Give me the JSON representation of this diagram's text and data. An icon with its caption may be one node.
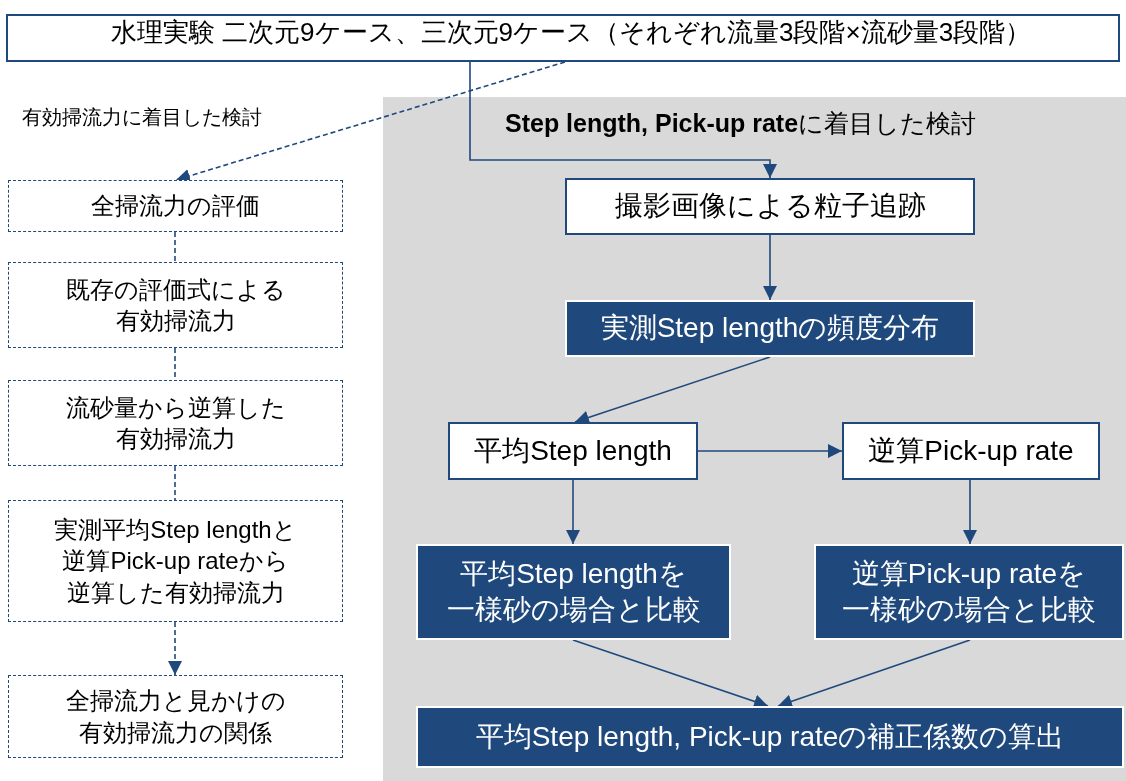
{
  "diagram": {
    "nodes": [
      {
        "text": [
          "水理実験 二次元9ケース、三次元9ケース（それぞれ流量3段階×流砂量3段階）"
        ]
      },
      {
        "text": [
          "**Step length, Pick-up rate**に着目した検討"
        ]
      },
      {
        "text": [
          "全掃流力の評価"
        ]
      },
      {
        "text": [
          "既存の評価式による有効掃流力"
        ]
      },
      {
        "text": [
          "流砂量から逆算した有効掃流力"
        ]
      },
      {
        "text": [
          "実測平均Step lengthと逆算Pick-up rateから逆算した有効掃流力"
        ]
      },
      {
        "text": [
          "全掃流力と見かけの有効掃流力の関係"
        ]
      },
      {
        "text": [
          "撮影画像による粒子追跡"
        ],
        "in": 1
      },
      {
        "text": [
          "実測Step lengthの頻度分布"
        ],
        "in": 1
      },
      {
        "text": [
          "平均Step length"
        ],
        "in": 1
      },
      {
        "text": [
          "逆算Pick-up rate"
        ],
        "in": 1
      },
      {
        "text": [
          "平均Step lengthを一様砂の場合と比較"
        ],
        "in": 1
      },
      {
        "text": [
          "逆算Pick-up rateを一様砂の場合と比較"
        ],
        "in": 1
      },
      {
        "text": [
          "平均Step length, Pick-up rateの補正係数の算出"
        ],
        "in": 1
      }
    ],
    "edges": [
      {
        "from": 0,
        "to": 2,
        "arrow": "to",
        "style": "dashed"
      },
      {
        "from": 2,
        "to": 3,
        "arrow": "none",
        "style": "dashed"
      },
      {
        "from": 3,
        "to": 4,
        "arrow": "none",
        "style": "dashed"
      },
      {
        "from": 4,
        "to": 5,
        "arrow": "none",
        "style": "dashed"
      },
      {
        "from": 5,
        "to": 6,
        "arrow": "to",
        "style": "dashed"
      },
      {
        "from": 0,
        "to": 7,
        "arrow": "to"
      },
      {
        "from": 7,
        "to": 8,
        "arrow": "to"
      },
      {
        "from": 8,
        "to": 9,
        "arrow": "to"
      },
      {
        "from": 9,
        "to": 10,
        "arrow": "to"
      },
      {
        "from": 9,
        "to": 11,
        "arrow": "to"
      },
      {
        "from": 10,
        "to": 12,
        "arrow": "to"
      },
      {
        "from": 11,
        "to": 13,
        "arrow": "to"
      },
      {
        "from": 12,
        "to": 13,
        "arrow": "to"
      }
    ],
    "labels": [
      "有効掃流力に着目した検討"
    ]
  }
}
